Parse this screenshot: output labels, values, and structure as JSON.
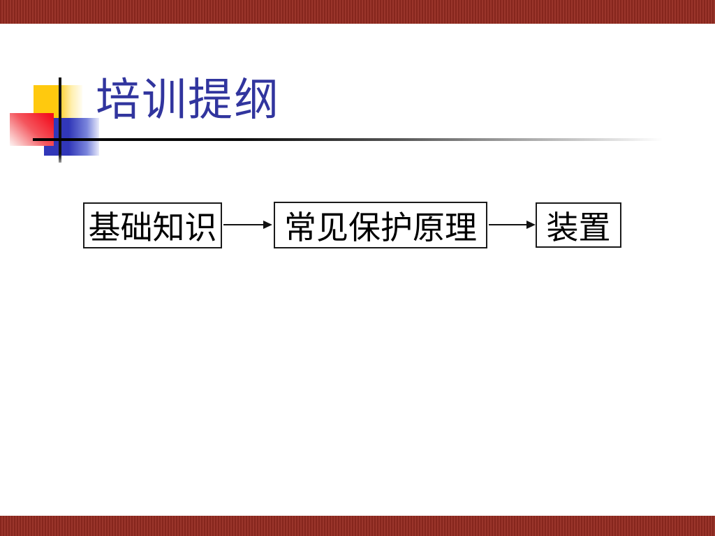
{
  "slide": {
    "title": "培训提纲",
    "flowchart": {
      "nodes": [
        {
          "id": "basics",
          "label": "基础知识"
        },
        {
          "id": "principles",
          "label": "常见保护原理"
        },
        {
          "id": "devices",
          "label": "装置"
        }
      ],
      "edges": [
        {
          "from": "basics",
          "to": "principles",
          "style": "arrow-right"
        },
        {
          "from": "principles",
          "to": "devices",
          "style": "arrow-right"
        }
      ]
    },
    "colors": {
      "title_text": "#31359E",
      "edge_bar": "#952A20",
      "square_yellow": "#FFC90E",
      "square_red": "#F31020",
      "square_blue": "#3137B8",
      "crosshair_line": "#111111",
      "box_border": "#1a1a1a",
      "box_text": "#000000",
      "background": "#FFFFFF"
    }
  }
}
